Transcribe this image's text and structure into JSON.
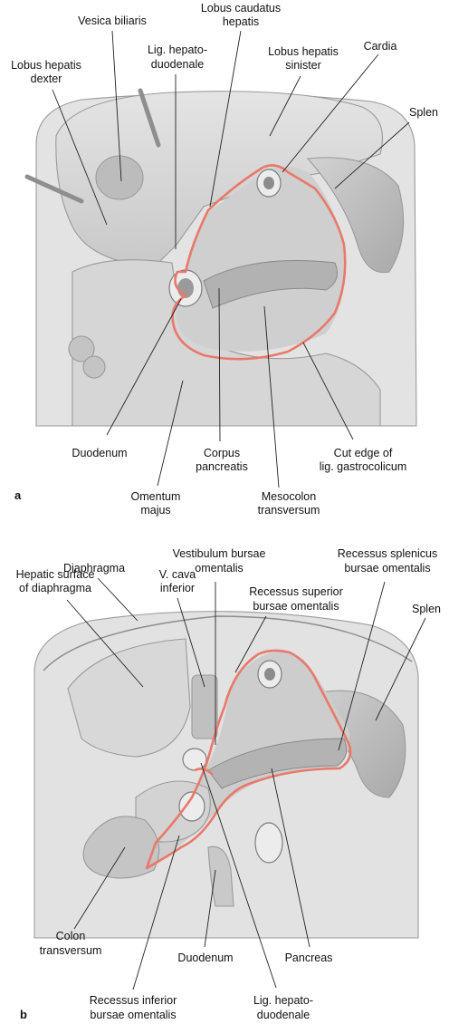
{
  "panels": [
    {
      "letter": "a",
      "labels": [
        {
          "id": "vesica-biliaris",
          "lines": [
            "Vesica biliaris"
          ]
        },
        {
          "id": "lobus-caudatus",
          "lines": [
            "Lobus caudatus",
            "hepatis"
          ]
        },
        {
          "id": "lobus-hepatis-dexter",
          "lines": [
            "Lobus hepatis",
            "dexter"
          ]
        },
        {
          "id": "lig-hepatoduodenale",
          "lines": [
            "Lig. hepato-",
            "duodenale"
          ]
        },
        {
          "id": "lobus-hepatis-sinister",
          "lines": [
            "Lobus hepatis",
            "sinister"
          ]
        },
        {
          "id": "cardia",
          "lines": [
            "Cardia"
          ]
        },
        {
          "id": "splen",
          "lines": [
            "Splen"
          ]
        },
        {
          "id": "duodenum",
          "lines": [
            "Duodenum"
          ]
        },
        {
          "id": "corpus-pancreatis",
          "lines": [
            "Corpus",
            "pancreatis"
          ]
        },
        {
          "id": "cut-edge",
          "lines": [
            "Cut edge of",
            "lig. gastrocolicum"
          ]
        },
        {
          "id": "omentum-majus",
          "lines": [
            "Omentum",
            "majus"
          ]
        },
        {
          "id": "mesocolon-transversum",
          "lines": [
            "Mesocolon",
            "transversum"
          ]
        }
      ]
    },
    {
      "letter": "b",
      "labels": [
        {
          "id": "vestibulum",
          "lines": [
            "Vestibulum bursae",
            "omentalis"
          ]
        },
        {
          "id": "recessus-splenicus",
          "lines": [
            "Recessus splenicus",
            "bursae omentalis"
          ]
        },
        {
          "id": "diaphragma",
          "lines": [
            "Diaphragma"
          ]
        },
        {
          "id": "hepatic-surface",
          "lines": [
            "Hepatic surface",
            "of diaphragma"
          ]
        },
        {
          "id": "v-cava-inferior",
          "lines": [
            "V. cava",
            "inferior"
          ]
        },
        {
          "id": "recessus-superior",
          "lines": [
            "Recessus superior",
            "bursae omentalis"
          ]
        },
        {
          "id": "splen-b",
          "lines": [
            "Splen"
          ]
        },
        {
          "id": "colon-transversum",
          "lines": [
            "Colon",
            "transversum"
          ]
        },
        {
          "id": "duodenum-b",
          "lines": [
            "Duodenum"
          ]
        },
        {
          "id": "pancreas",
          "lines": [
            "Pancreas"
          ]
        },
        {
          "id": "recessus-inferior",
          "lines": [
            "Recessus inferior",
            "bursae omentalis"
          ]
        },
        {
          "id": "lig-hepatoduodenale-b",
          "lines": [
            "Lig. hepato-",
            "duodenale"
          ]
        }
      ]
    }
  ],
  "colors": {
    "highlight": "#e8796a",
    "organ_fill": "#d9d9d9",
    "organ_dark": "#bdbdbd",
    "text": "#111111"
  }
}
